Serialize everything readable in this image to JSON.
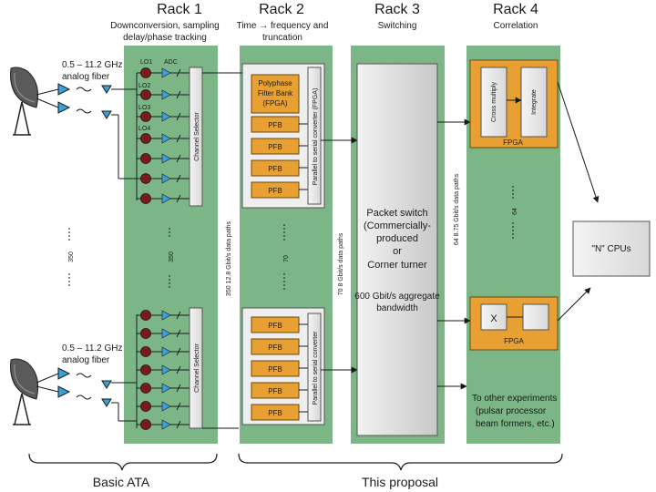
{
  "colors": {
    "green": "#7cb586",
    "orange": "#e8a032",
    "gray": "#d6d6d6",
    "panel": "#eeeeee",
    "maroon": "#7a1a1a",
    "cyan": "#3aa0d8"
  },
  "racks": {
    "rack1": {
      "title": "Rack 1",
      "sub1": "Downconversion, sampling",
      "sub2": "delay/phase tracking"
    },
    "rack2": {
      "title": "Rack 2",
      "sub1": "Time → frequency and",
      "sub2": "truncation"
    },
    "rack3": {
      "title": "Rack 3",
      "sub1": "Switching"
    },
    "rack4": {
      "title": "Rack 4",
      "sub1": "Correlation"
    }
  },
  "antenna": {
    "line1": "0.5 – 11.2 GHz",
    "line2": "analog fiber"
  },
  "rack1": {
    "lo1": "LO1",
    "adc": "ADC",
    "lo2": "LO2",
    "lo3": "LO3",
    "lo4": "LO4",
    "selector": "Channel Selector",
    "count": "350"
  },
  "left_count": "350",
  "rack2": {
    "pfb_bank_1": "Polyphase",
    "pfb_bank_2": "Filter Bank",
    "pfb_bank_3": "(FPGA)",
    "pfb": "PFB",
    "p2s_fpga": "Parallel to serial converter (FPGA)",
    "p2s": "Parallel to serial converter",
    "count": "70"
  },
  "paths": {
    "p350": "350 12.8 Gbit/s data paths",
    "p70": "70 8 Gbit/s data paths",
    "p64": "64 8.75 Gbit/s data paths"
  },
  "rack3": {
    "l1": "Packet switch",
    "l2": "(Commercially-",
    "l3": "produced",
    "l4": "or",
    "l5": "Corner turner",
    "l6": "600 Gbit/s aggregate",
    "l7": "bandwidth"
  },
  "rack4": {
    "cross": "Cross multiply",
    "integrate": "Integrate",
    "fpga": "FPGA",
    "x": "X",
    "count": "64"
  },
  "cpus": "\"N\" CPUs",
  "other": {
    "l1": "To other experiments",
    "l2": "(pulsar processor",
    "l3": "beam formers, etc.)"
  },
  "footer": {
    "basic": "Basic ATA",
    "proposal": "This proposal"
  }
}
